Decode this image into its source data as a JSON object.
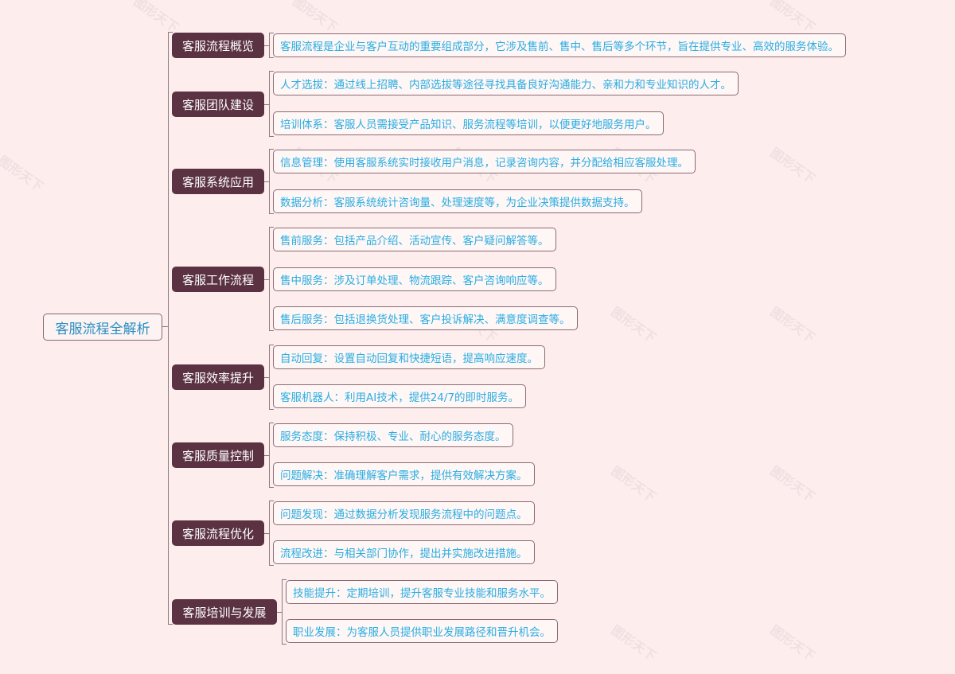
{
  "root": {
    "label": "客服流程全解析"
  },
  "branches": [
    {
      "label": "客服流程概览",
      "children": [
        "客服流程是企业与客户互动的重要组成部分，它涉及售前、售中、售后等多个环节，旨在提供专业、高效的服务体验。"
      ]
    },
    {
      "label": "客服团队建设",
      "children": [
        "人才选拔：通过线上招聘、内部选拔等途径寻找具备良好沟通能力、亲和力和专业知识的人才。",
        "培训体系：客服人员需接受产品知识、服务流程等培训，以便更好地服务用户。"
      ]
    },
    {
      "label": "客服系统应用",
      "children": [
        "信息管理：使用客服系统实时接收用户消息，记录咨询内容，并分配给相应客服处理。",
        "数据分析：客服系统统计咨询量、处理速度等，为企业决策提供数据支持。"
      ]
    },
    {
      "label": "客服工作流程",
      "children": [
        "售前服务：包括产品介绍、活动宣传、客户疑问解答等。",
        "售中服务：涉及订单处理、物流跟踪、客户咨询响应等。",
        "售后服务：包括退换货处理、客户投诉解决、满意度调查等。"
      ]
    },
    {
      "label": "客服效率提升",
      "children": [
        "自动回复：设置自动回复和快捷短语，提高响应速度。",
        "客服机器人：利用AI技术，提供24/7的即时服务。"
      ]
    },
    {
      "label": "客服质量控制",
      "children": [
        "服务态度：保持积极、专业、耐心的服务态度。",
        "问题解决：准确理解客户需求，提供有效解决方案。"
      ]
    },
    {
      "label": "客服流程优化",
      "children": [
        "问题发现：通过数据分析发现服务流程中的问题点。",
        "流程改进：与相关部门协作，提出并实施改进措施。"
      ]
    },
    {
      "label": "客服培训与发展",
      "children": [
        "技能提升：定期培训，提升客服专业技能和服务水平。",
        "职业发展：为客服人员提供职业发展路径和晋升机会。"
      ]
    }
  ],
  "watermark": "图形天下",
  "colors": {
    "background": "#fdeeed",
    "branch_fill": "#5b3242",
    "leaf_text": "#29aee2",
    "root_text": "#2a8fc4"
  }
}
